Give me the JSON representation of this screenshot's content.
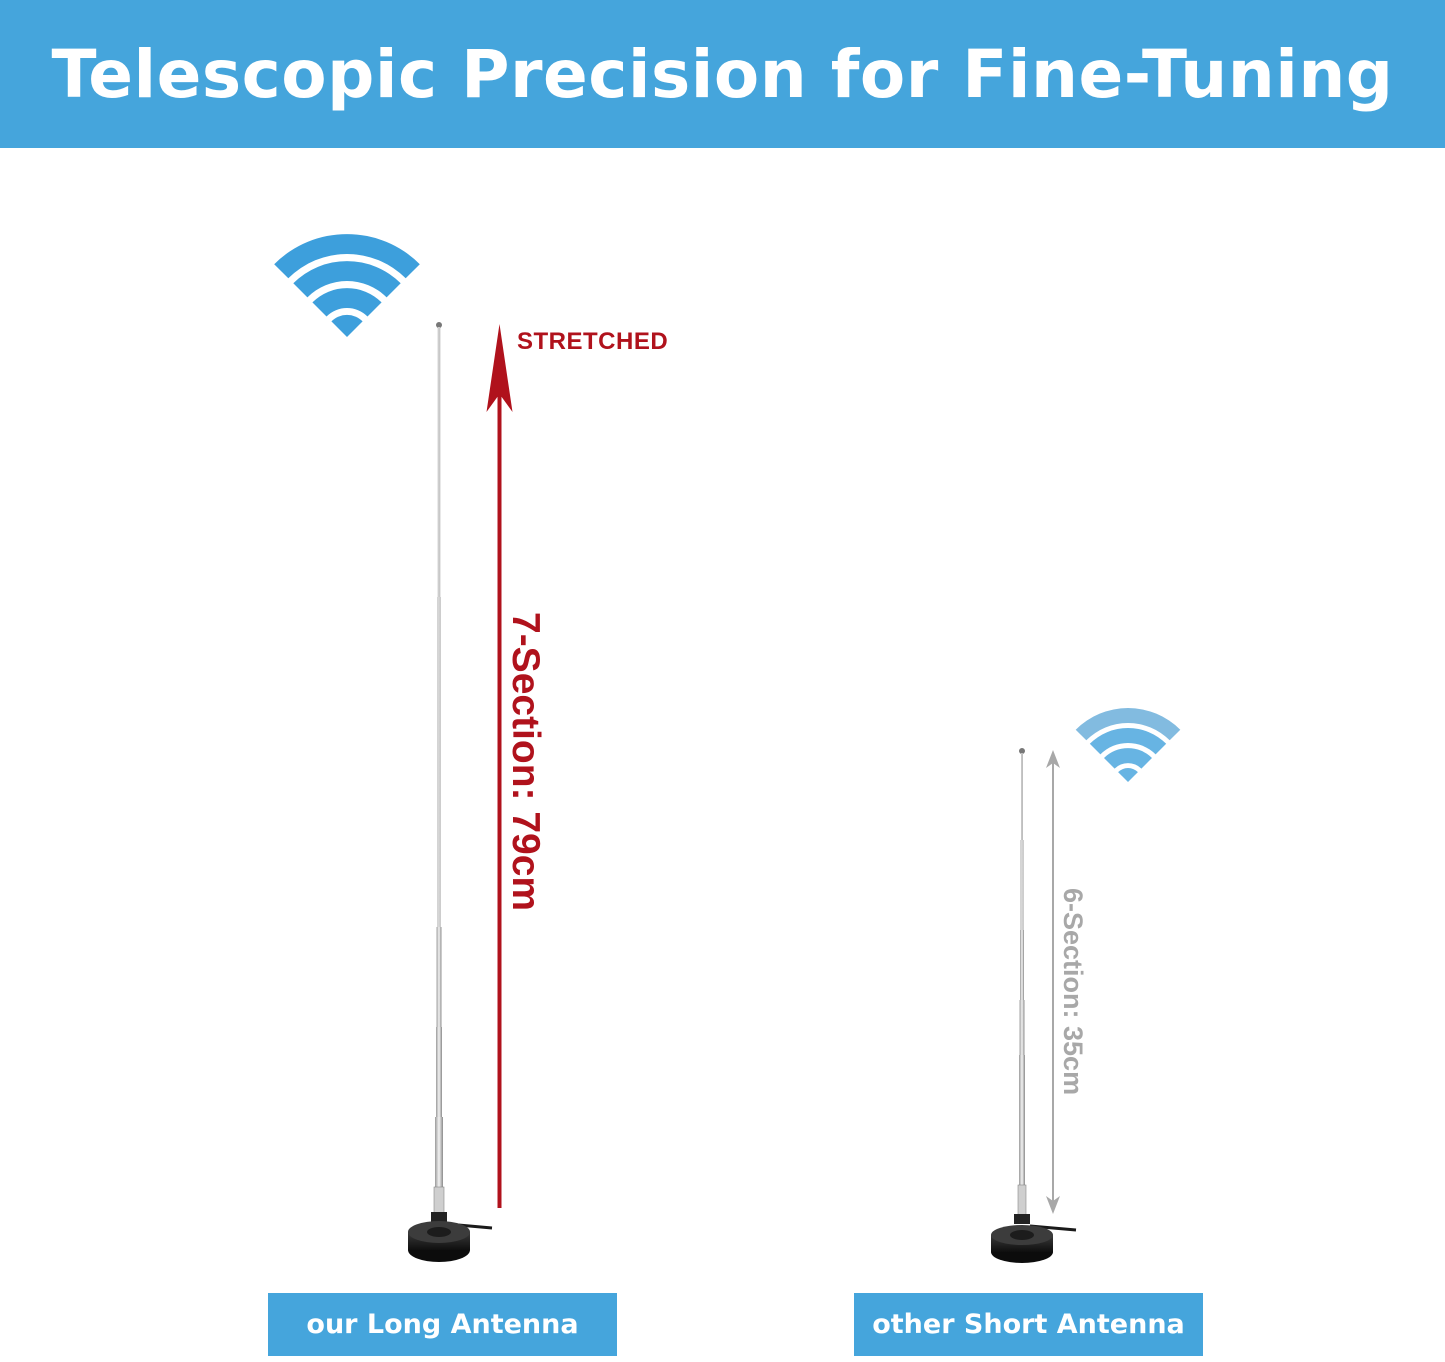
{
  "header": {
    "title": "Telescopic Precision for Fine-Tuning"
  },
  "long_antenna": {
    "stretched_label": "STRETCHED",
    "section_label": "7-Section: 79cm",
    "caption": "our Long Antenna"
  },
  "short_antenna": {
    "section_label": "6-Section: 35cm",
    "caption": "other Short Antenna"
  },
  "colors": {
    "header_bg": "#45a5dc",
    "wifi_blue": "#3d9fdc",
    "arrow_red": "#b0121c",
    "arrow_grey": "#a8a8a8"
  },
  "icons": [
    "wifi-signal-icon",
    "wifi-signal-icon-faded"
  ]
}
